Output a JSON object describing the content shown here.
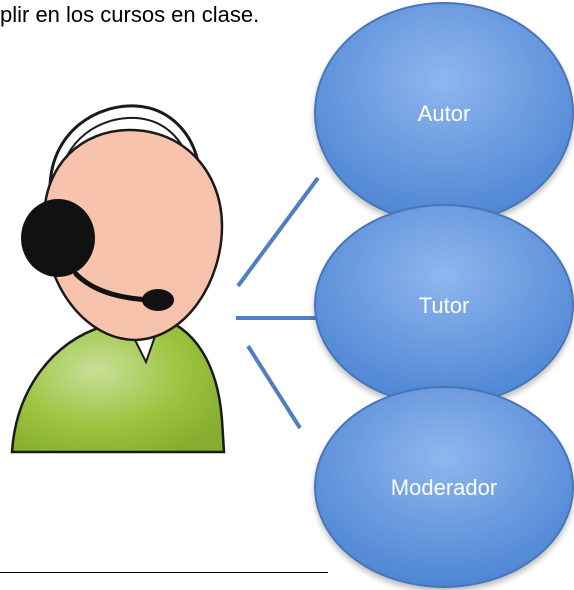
{
  "intro_text": "plir en los cursos en clase.",
  "roles": [
    {
      "label": "Autor"
    },
    {
      "label": "Tutor"
    },
    {
      "label": "Moderador"
    }
  ],
  "colors": {
    "ellipse_fill": "#5b8fd9",
    "ellipse_stroke": "#4a76b8",
    "connector": "#4f7fc0",
    "skin": "#f7c3ad",
    "shirt": "#9bc33e",
    "headset": "#111111"
  },
  "icons": {
    "person": "person-with-headset-icon"
  }
}
